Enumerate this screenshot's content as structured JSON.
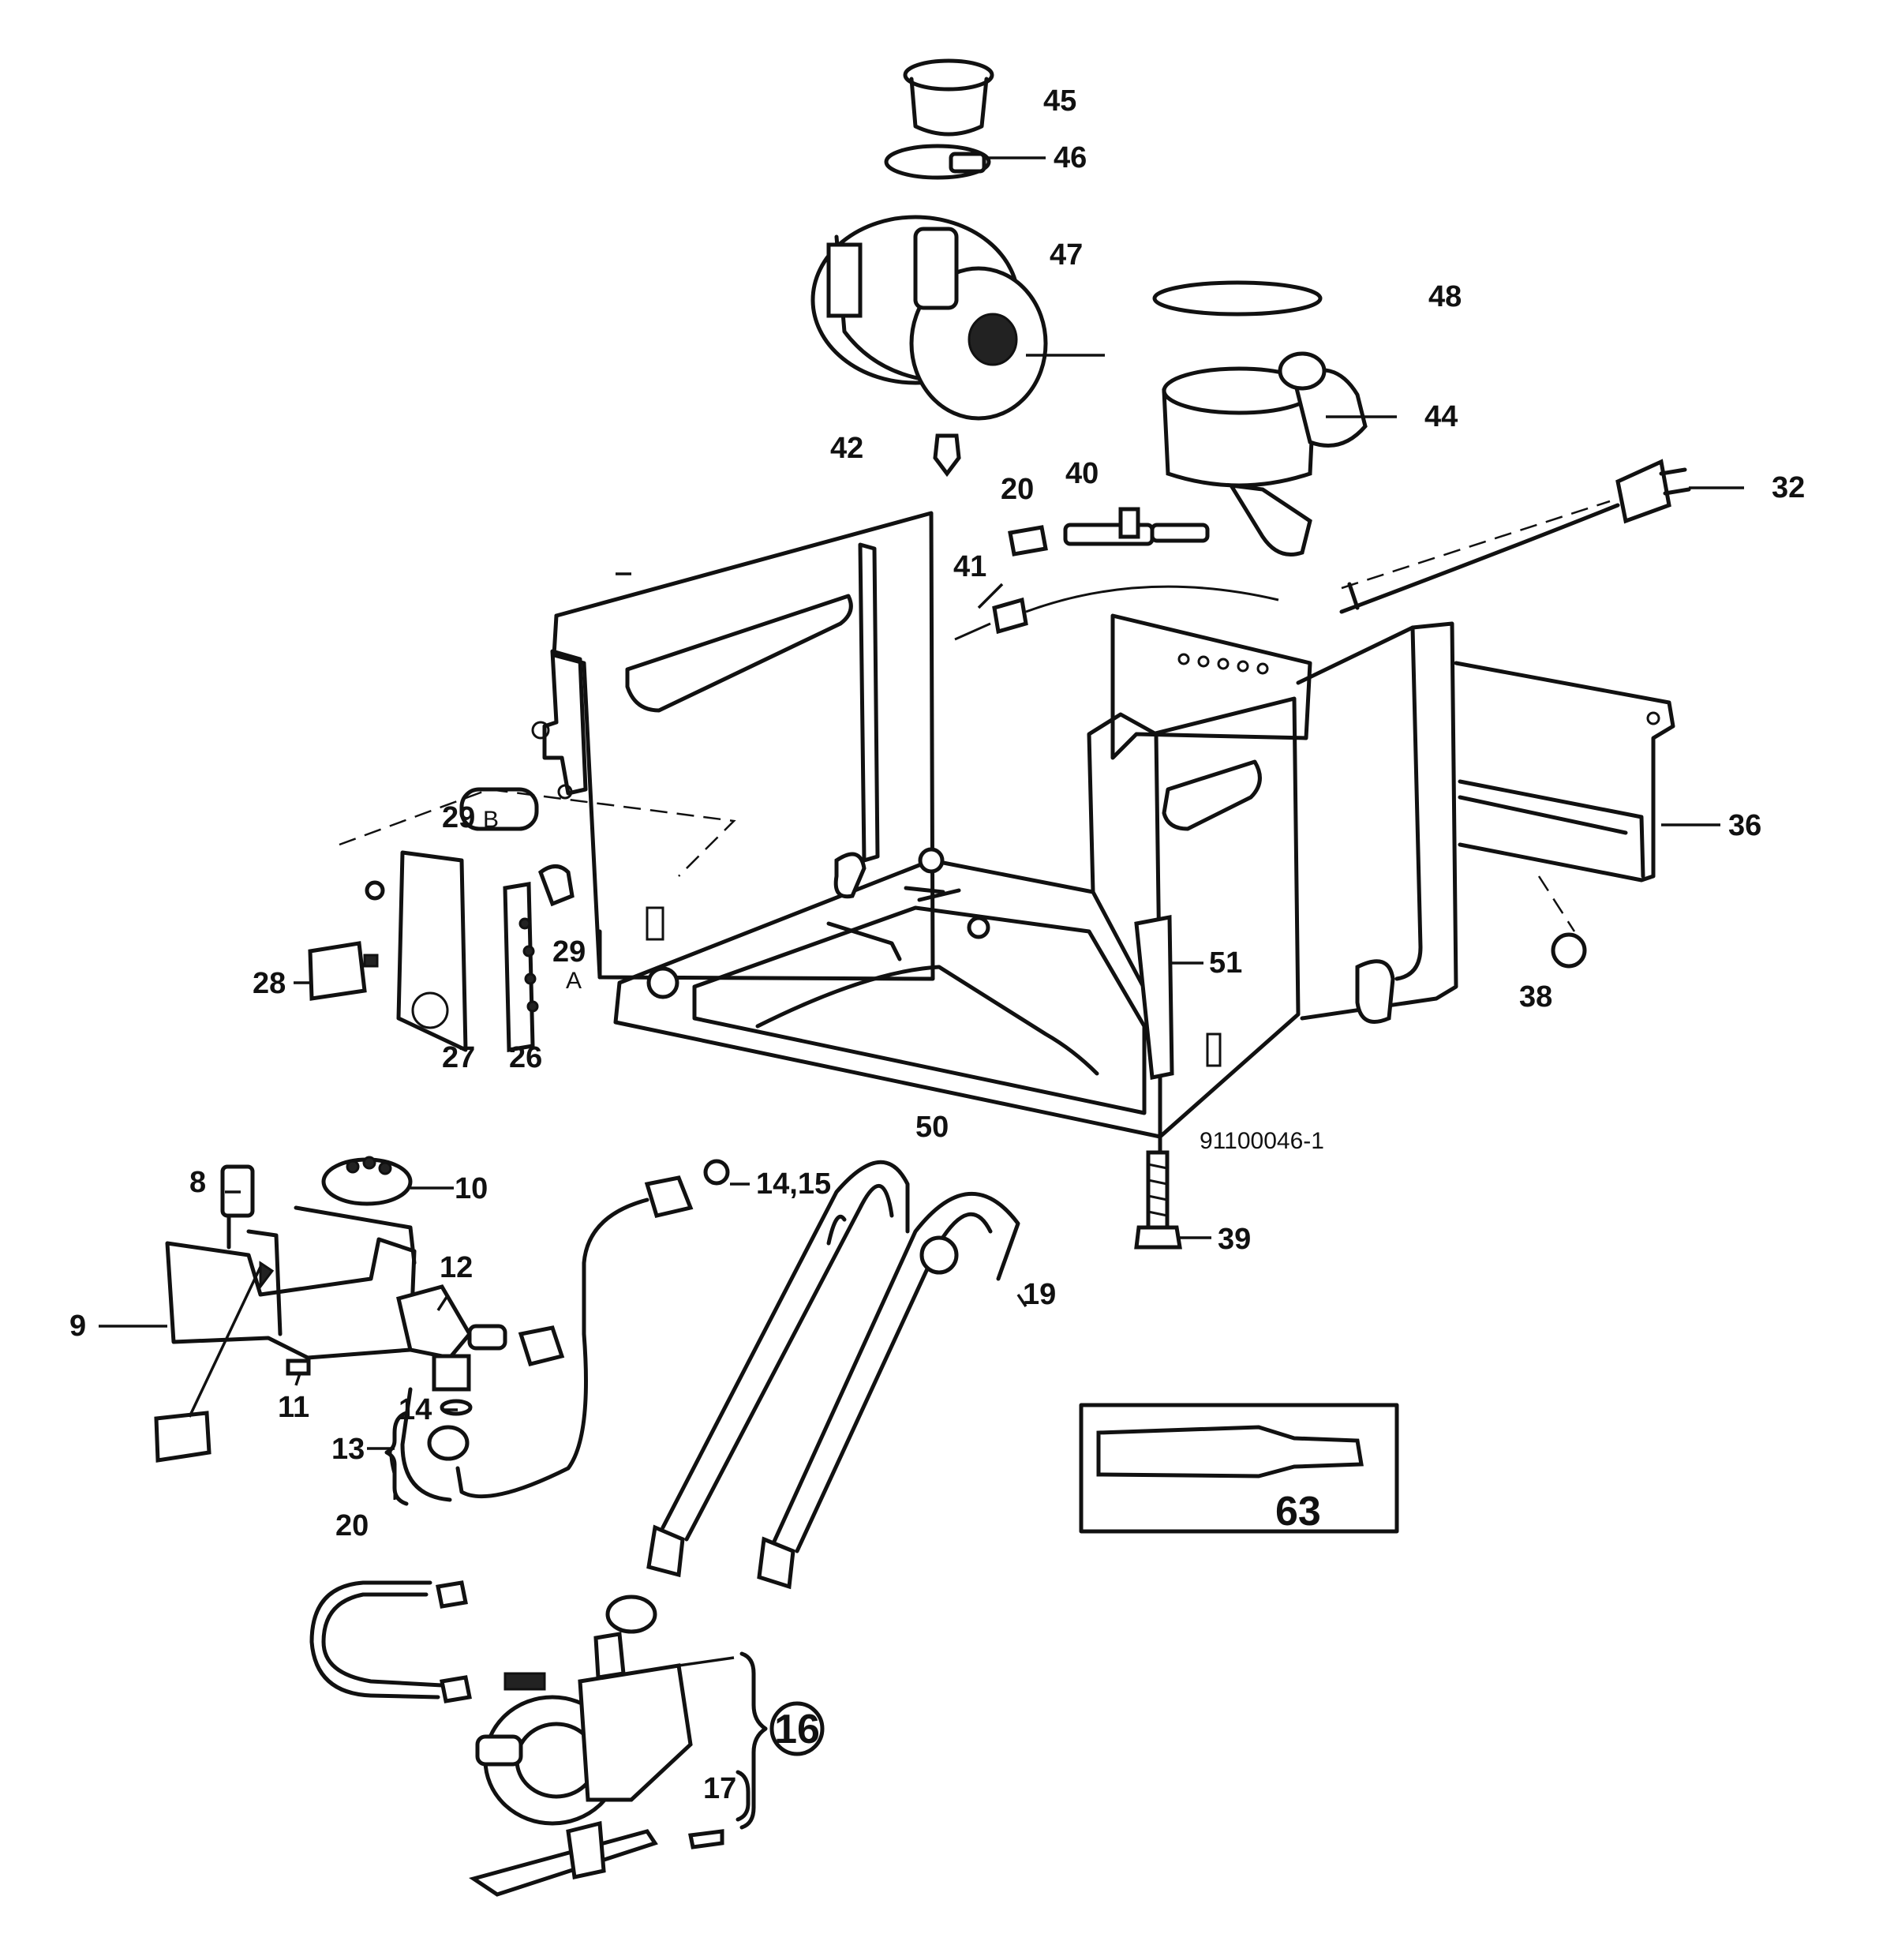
{
  "drawing_number": "91100046-1",
  "callouts": {
    "p45": "45",
    "p46": "46",
    "p47": "47",
    "p48": "48",
    "p44": "44",
    "p42": "42",
    "p20a": "20",
    "p40": "40",
    "p32": "32",
    "p41": "41",
    "p36": "36",
    "p38": "38",
    "p51": "51",
    "p29b_num": "29",
    "p29b_letter": "B",
    "p29a_num": "29",
    "p29a_letter": "A",
    "p28": "28",
    "p27": "27",
    "p26": "26",
    "p39": "39",
    "p50": "50",
    "p8": "8",
    "p10": "10",
    "p14_15": "14,15",
    "p12": "12",
    "p9": "9",
    "p19": "19",
    "p11": "11",
    "p14": "14",
    "p13": "13",
    "p63": "63",
    "p20b": "20",
    "p16": "16",
    "p17": "17"
  }
}
